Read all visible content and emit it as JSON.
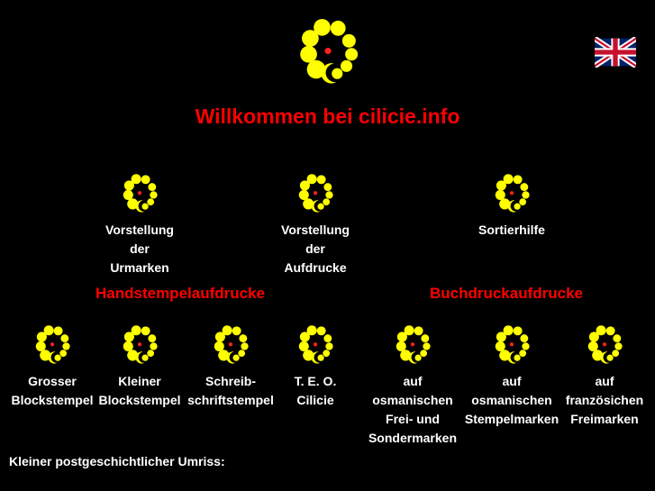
{
  "header": {
    "title": "Willkommen bei cilicie.info",
    "language_flag": "uk-flag-icon"
  },
  "top_links": [
    {
      "lines": [
        "Vorstellung",
        "der",
        "Urmarken"
      ]
    },
    {
      "lines": [
        "Vorstellung",
        "der",
        "Aufdrucke"
      ]
    },
    {
      "lines": [
        "Sortierhilfe"
      ]
    }
  ],
  "sections": {
    "handstempel": "Handstempelaufdrucke",
    "buchdruck": "Buchdruckaufdrucke"
  },
  "bottom_links": [
    {
      "lines": [
        "Grosser",
        "Blockstempel"
      ]
    },
    {
      "lines": [
        "Kleiner",
        "Blockstempel"
      ]
    },
    {
      "lines": [
        "Schreib-",
        "schriftstempel"
      ]
    },
    {
      "lines": [
        "T. E. O.",
        "Cilicie"
      ]
    },
    {
      "lines": [
        "auf",
        "osmanischen",
        "Frei- und",
        "Sondermarken"
      ]
    },
    {
      "lines": [
        "auf",
        "osmanischen",
        "Stempelmarken"
      ]
    },
    {
      "lines": [
        "auf",
        "französichen",
        "Freimarken"
      ]
    }
  ],
  "footer": {
    "text": "Kleiner postgeschichtlicher Umriss:"
  },
  "colors": {
    "background": "#000000",
    "accent": "#ff0000",
    "logo": "#ffff00",
    "text": "#ffffff"
  }
}
